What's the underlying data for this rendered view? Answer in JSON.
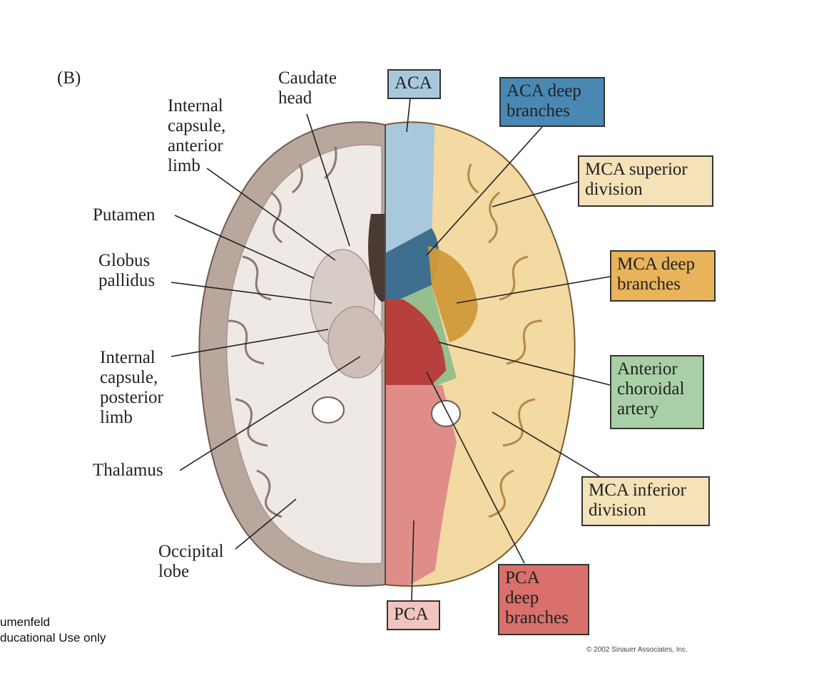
{
  "panel_letter": "(B)",
  "left_labels": {
    "caudate_head": "Caudate\nhead",
    "internal_capsule_anterior": "Internal\ncapsule,\nanterior\nlimb",
    "putamen": "Putamen",
    "globus_pallidus": "Globus\npallidus",
    "internal_capsule_posterior": "Internal\ncapsule,\nposterior\nlimb",
    "thalamus": "Thalamus",
    "occipital_lobe": "Occipital\nlobe"
  },
  "territory_boxes": {
    "aca": {
      "text": "ACA",
      "color": "#a9c8dc"
    },
    "aca_deep": {
      "text": "ACA deep\nbranches",
      "color": "#4a88b4"
    },
    "mca_superior": {
      "text": "MCA superior\ndivision",
      "color": "#f6e2b8"
    },
    "mca_deep": {
      "text": "MCA deep\nbranches",
      "color": "#e8b35a"
    },
    "anterior_choroidal": {
      "text": "Anterior\nchoroidal\nartery",
      "color": "#a9cfa6"
    },
    "mca_inferior": {
      "text": "MCA inferior\ndivision",
      "color": "#f6e2b8"
    },
    "pca_deep": {
      "text": "PCA\ndeep\nbranches",
      "color": "#d9706c"
    },
    "pca": {
      "text": "PCA",
      "color": "#f2c4c0"
    }
  },
  "footer_note": "umenfeld\nducational Use only",
  "copyright": "© 2002 Sinauer Associates, Inc."
}
